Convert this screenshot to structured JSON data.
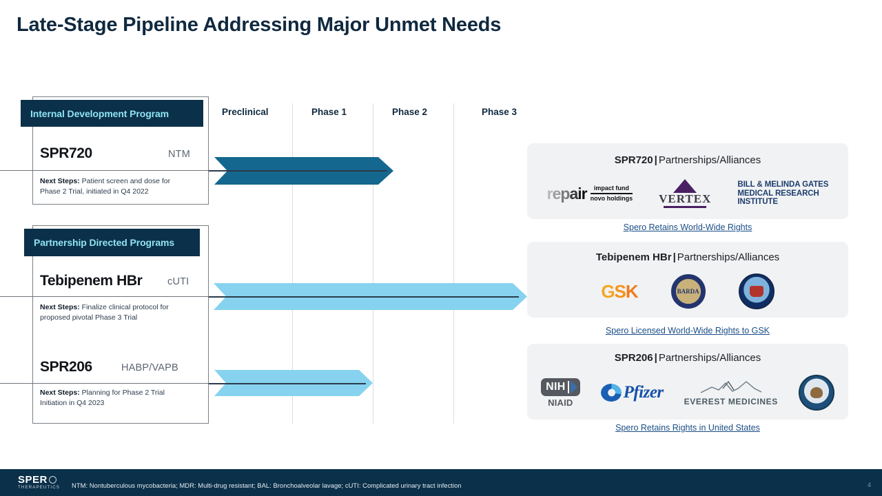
{
  "slide": {
    "title": "Late-Stage Pipeline Addressing Major Unmet Needs",
    "page_number": "4",
    "colors": {
      "navy": "#0b3049",
      "cyan_text": "#8fe3f5",
      "arrow_dark": "#14688f",
      "arrow_light": "#87d3ef",
      "card_bg": "#f1f2f4",
      "link": "#1a4d86"
    }
  },
  "phases": [
    {
      "label": "Preclinical"
    },
    {
      "label": "Phase 1"
    },
    {
      "label": "Phase 2"
    },
    {
      "label": "Phase 3"
    }
  ],
  "sections": [
    {
      "chip": "Internal Development Program",
      "programs": [
        {
          "name": "SPR720",
          "indication": "NTM",
          "next_steps_label": "Next Steps:",
          "next_steps_text": " Patient screen and dose for Phase 2 Trial, initiated in Q4 2022"
        }
      ]
    },
    {
      "chip": "Partnership Directed Programs",
      "programs": [
        {
          "name": "Tebipenem HBr",
          "indication": "cUTI",
          "next_steps_label": "Next Steps:",
          "next_steps_text": " Finalize clinical protocol for proposed pivotal Phase 3 Trial"
        },
        {
          "name": "SPR206",
          "indication": "HABP/VAPB",
          "next_steps_label": "Next Steps:",
          "next_steps_text": " Planning for Phase 2 Trial Initiation in Q4 2023"
        }
      ]
    }
  ],
  "partnership_cards": [
    {
      "program": "SPR720",
      "title_suffix": "Partnerships/Alliances",
      "footer": "Spero Retains World-Wide Rights",
      "logos": [
        {
          "name": "repair-impact-fund-novo-holdings-logo",
          "word": "repair",
          "line1": "impact fund",
          "line2": "novo holdings"
        },
        {
          "name": "vertex-logo",
          "word": "VERTEX"
        },
        {
          "name": "gates-medical-research-institute-logo",
          "line1": "BILL & MELINDA GATES",
          "line2": "MEDICAL RESEARCH",
          "line3": "INSTITUTE"
        }
      ]
    },
    {
      "program": "Tebipenem HBr",
      "title_suffix": "Partnerships/Alliances",
      "footer": "Spero Licensed World-Wide Rights to GSK",
      "logos": [
        {
          "name": "gsk-logo",
          "word": "GSK"
        },
        {
          "name": "barda-seal-logo",
          "word": "BARDA"
        },
        {
          "name": "dtra-seal-logo",
          "word": ""
        }
      ]
    },
    {
      "program": "SPR206",
      "title_suffix": "Partnerships/Alliances",
      "footer": "Spero Retains Rights in United States",
      "logos": [
        {
          "name": "nih-niaid-logo",
          "word": "NIH",
          "sub": "NIAID"
        },
        {
          "name": "pfizer-logo",
          "word": "Pfizer"
        },
        {
          "name": "everest-medicines-logo",
          "word": "EVEREST MEDICINES"
        },
        {
          "name": "department-of-defense-seal-logo",
          "word": ""
        }
      ]
    }
  ],
  "footer": {
    "company": "SPER",
    "company_sub": "THERAPEUTICS",
    "abbreviations": "NTM: Nontuberculous mycobacteria; MDR: Multi-drug resistant; BAL: Bronchoalveolar lavage; cUTI: Complicated urinary tract infection"
  }
}
